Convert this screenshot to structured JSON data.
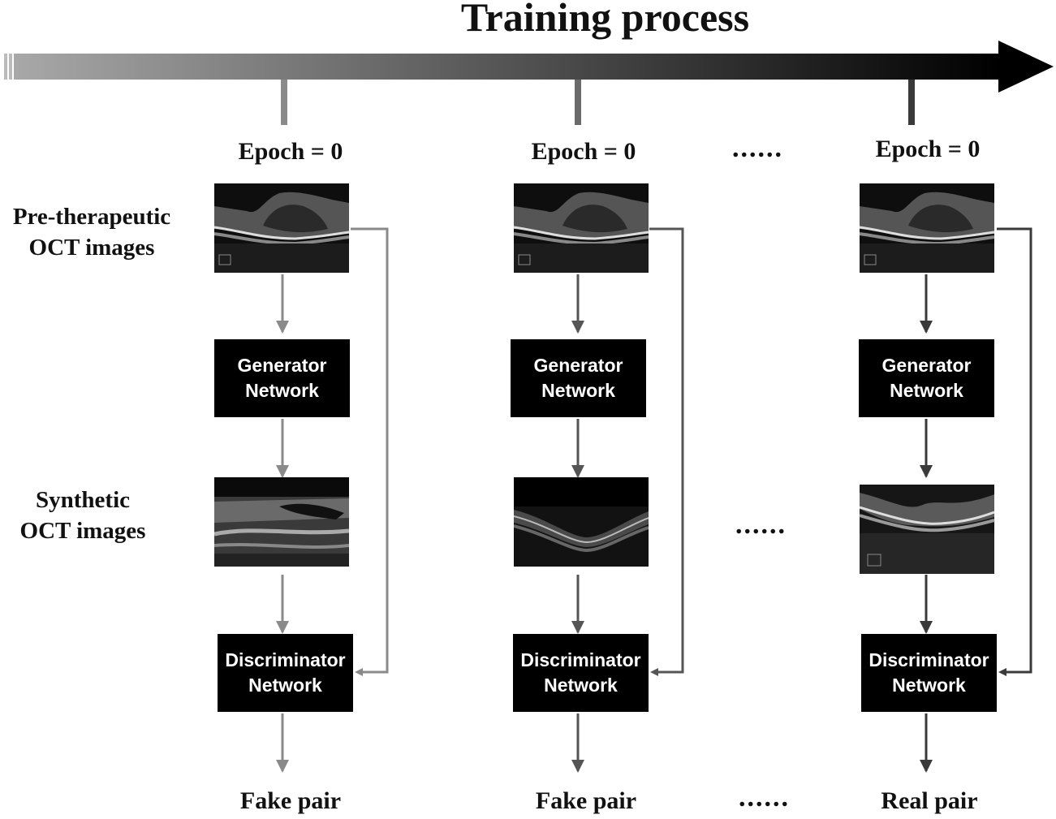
{
  "title": "Training process",
  "row_labels": {
    "pre": [
      "Pre-therapeutic",
      "OCT images"
    ],
    "synthetic": [
      "Synthetic",
      "OCT images"
    ]
  },
  "ellipsis": "......",
  "columns": [
    {
      "epoch": "Epoch = 0",
      "generator": [
        "Generator",
        "Network"
      ],
      "discriminator": [
        "Discriminator",
        "Network"
      ],
      "output": "Fake pair",
      "arrow_color": "#8a8a8a"
    },
    {
      "epoch": "Epoch = 0",
      "generator": [
        "Generator",
        "Network"
      ],
      "discriminator": [
        "Discriminator",
        "Network"
      ],
      "output": "Fake pair",
      "arrow_color": "#555555"
    },
    {
      "epoch": "Epoch = 0",
      "generator": [
        "Generator",
        "Network"
      ],
      "discriminator": [
        "Discriminator",
        "Network"
      ],
      "output": "Real pair",
      "arrow_color": "#3a3a3a"
    }
  ]
}
